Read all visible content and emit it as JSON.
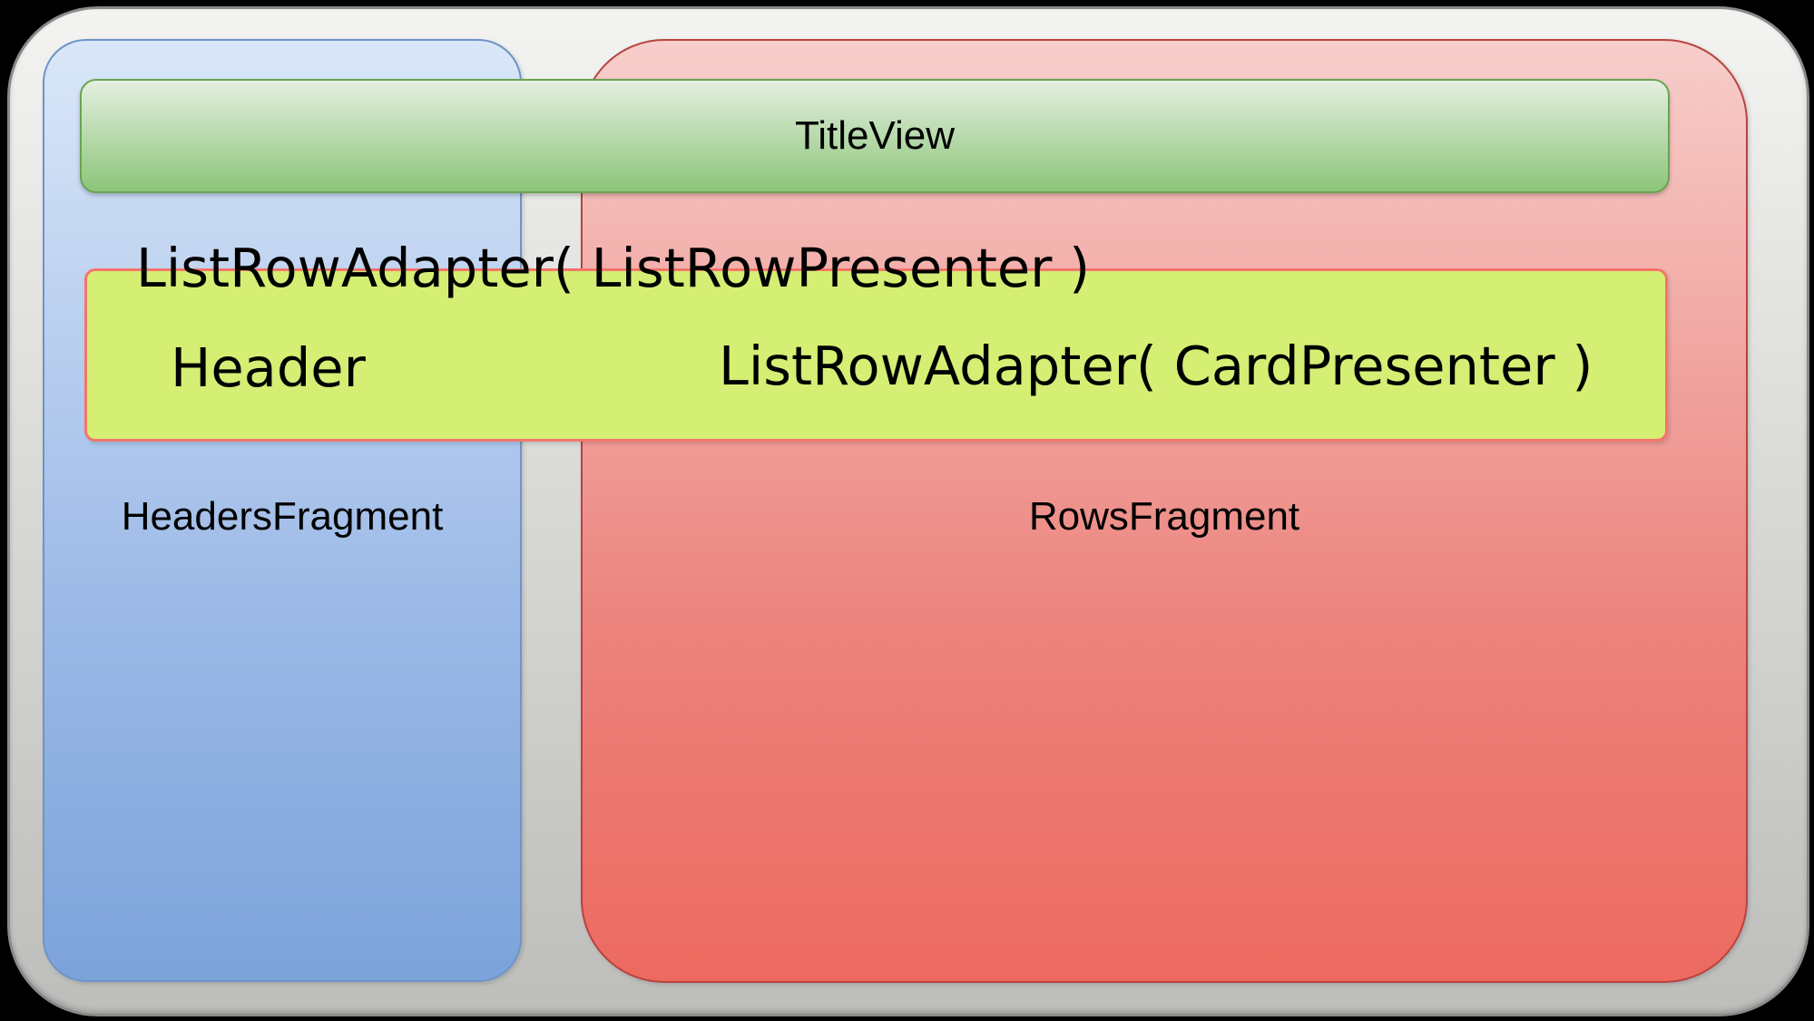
{
  "diagram": {
    "title_view_label": "TitleView",
    "list_row_presenter_line": "ListRowAdapter( ListRowPresenter )",
    "header_cell_label": "Header",
    "card_presenter_line": "ListRowAdapter( CardPresenter )",
    "headers_fragment_label": "HeadersFragment",
    "rows_fragment_label": "RowsFragment"
  },
  "colors": {
    "frame_top": "#f3f3f1",
    "frame_bottom": "#bdbdbb",
    "blue_top": "#dae7f8",
    "blue_bottom": "#7ca3da",
    "blue_border": "#6f94c8",
    "red_top": "#f7cecb",
    "red_bottom": "#ec6a60",
    "red_border": "#b8433e",
    "green_top": "#e4efe0",
    "green_bottom": "#8cc579",
    "green_border": "#69a352",
    "yellow_fill": "#d5ee74",
    "yellow_border": "#f4756b",
    "text": "#000000",
    "background": "#000000"
  }
}
